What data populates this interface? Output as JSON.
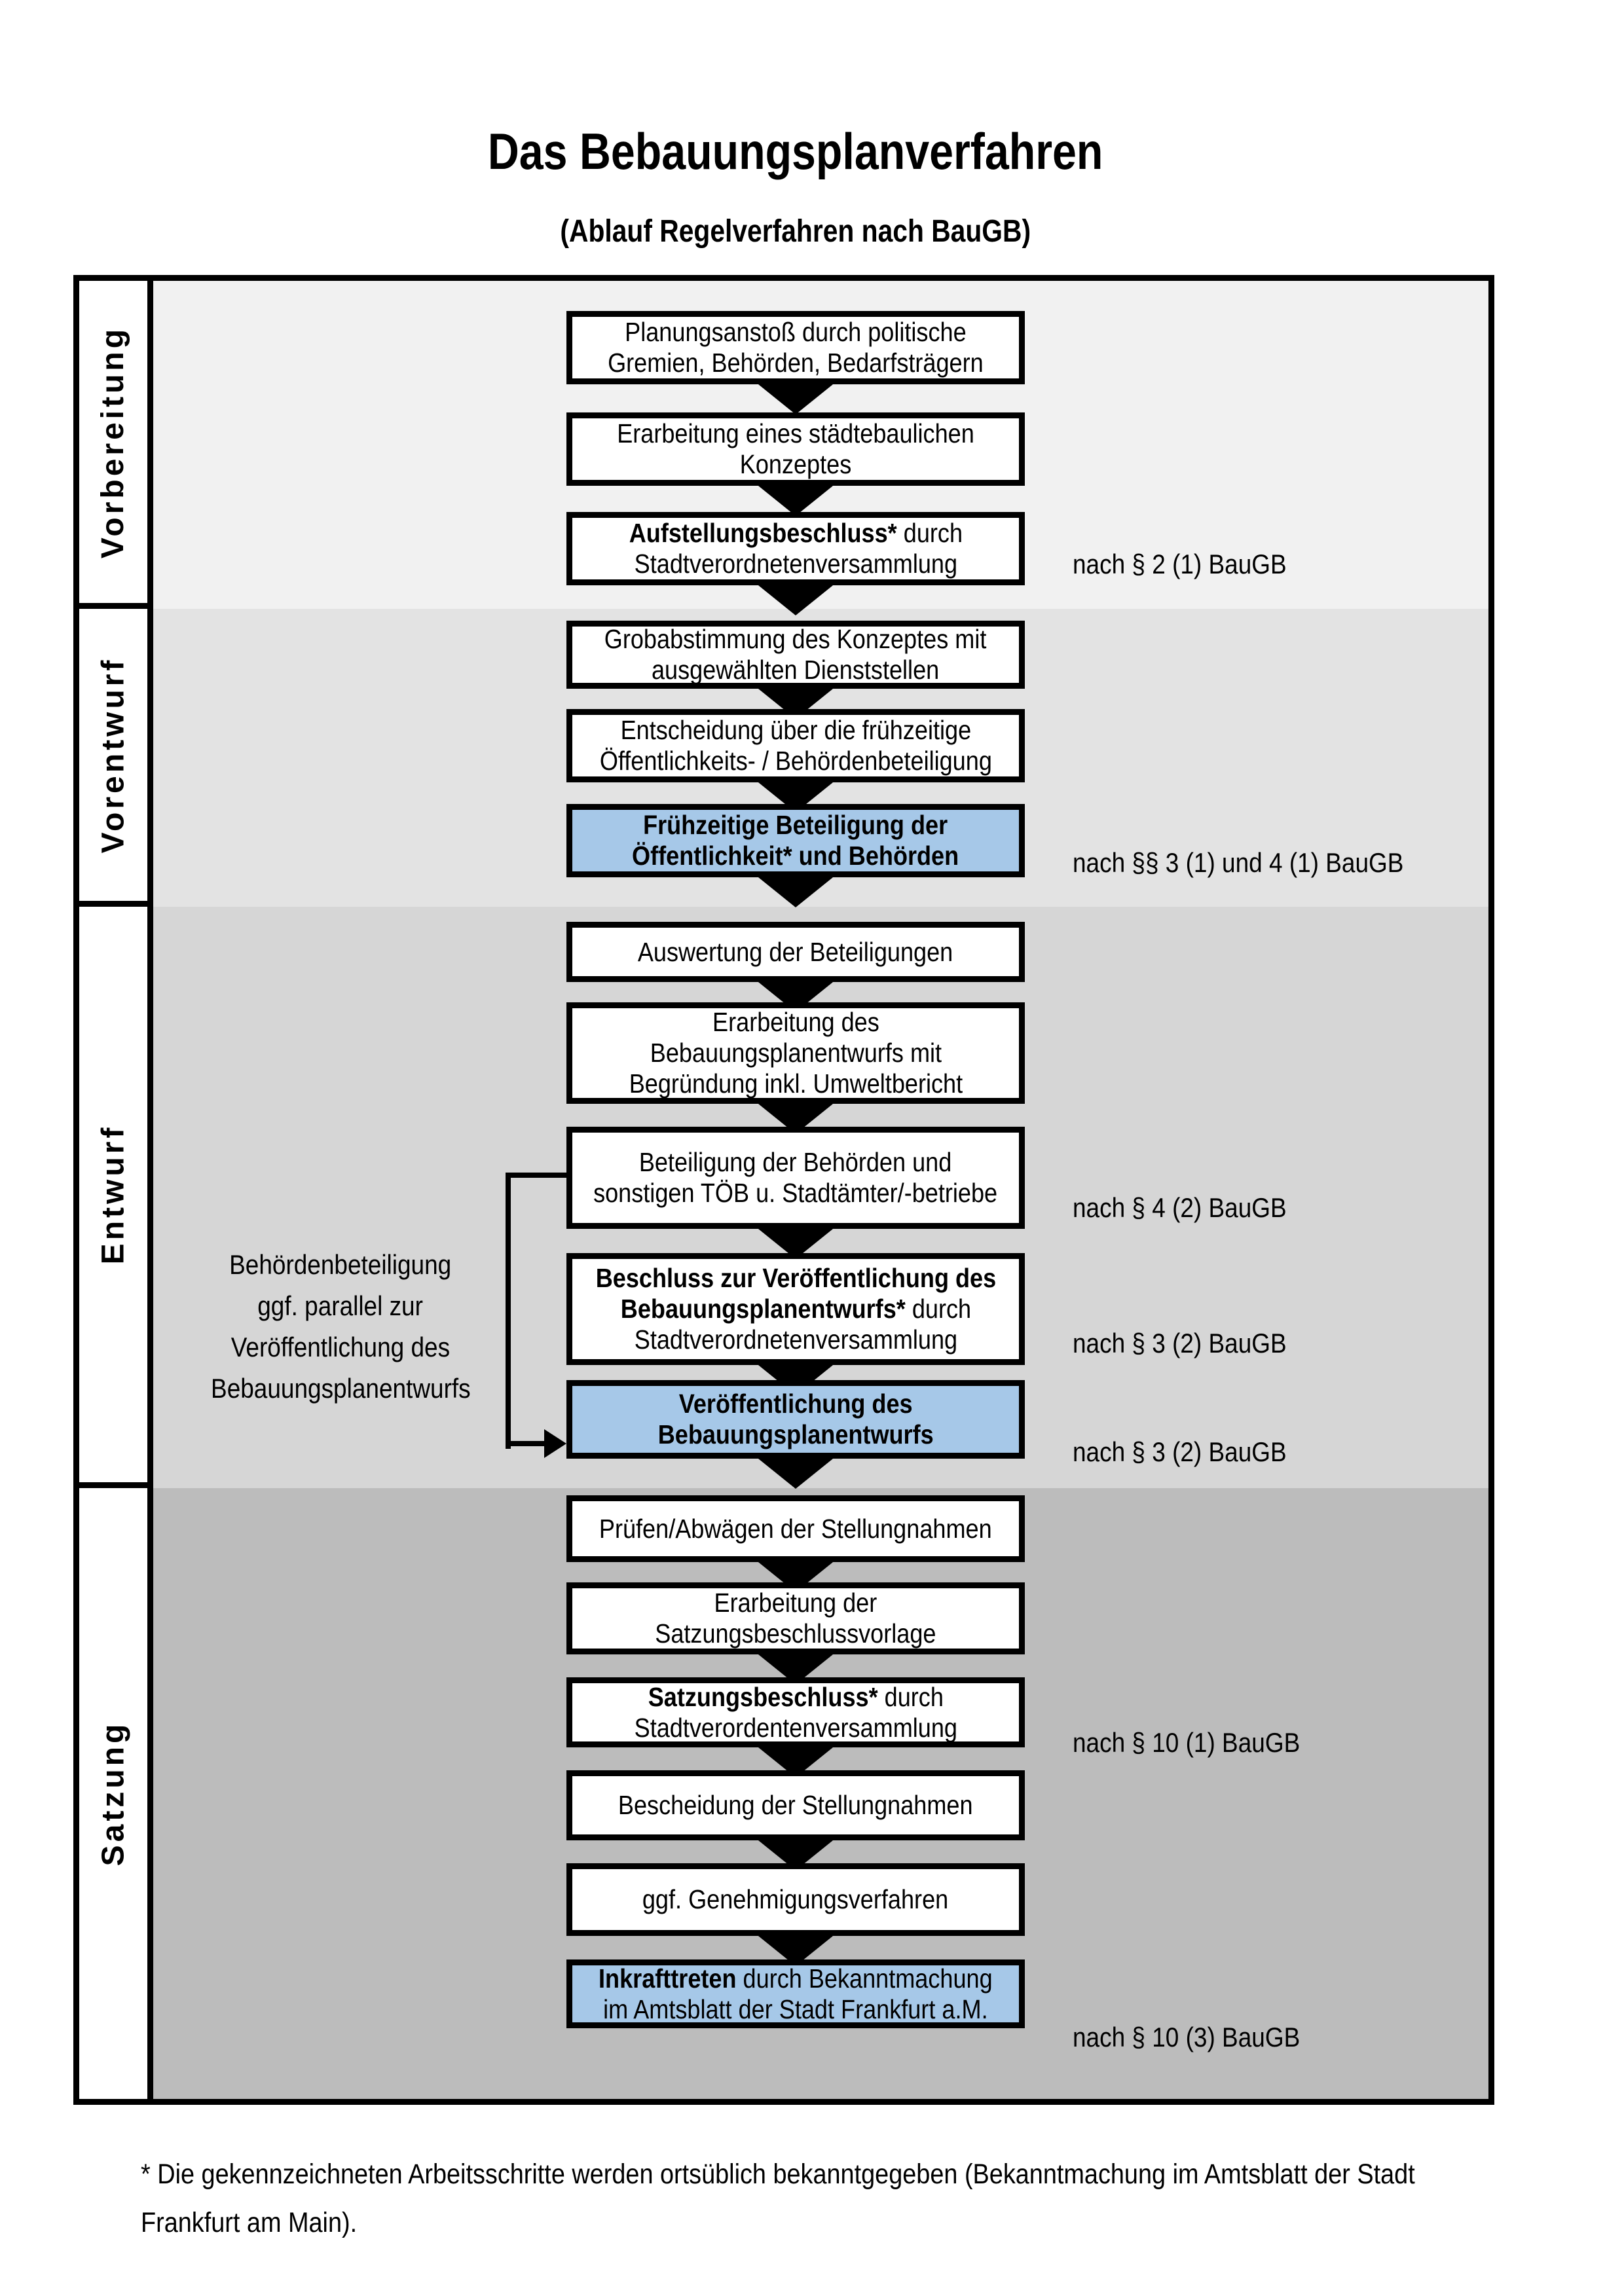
{
  "title": "Das Bebauungsplanverfahren",
  "subtitle": "(Ablauf Regelverfahren nach BauGB)",
  "colors": {
    "highlight": "#a6c8e8",
    "border": "#000000",
    "phase_bg": [
      "#f1f1f1",
      "#e3e3e3",
      "#d6d6d6",
      "#bcbcbc"
    ]
  },
  "phases": [
    {
      "id": "vorbereitung",
      "label": "Vorbereitung"
    },
    {
      "id": "vorentwurf",
      "label": "Vorentwurf"
    },
    {
      "id": "entwurf",
      "label": "Entwurf"
    },
    {
      "id": "satzung",
      "label": "Satzung"
    }
  ],
  "steps": [
    {
      "id": "planungsanstoss",
      "phase": "vorbereitung",
      "highlighted": false,
      "lines": [
        [
          {
            "text": "Planungsanstoß durch politische",
            "bold": false
          }
        ],
        [
          {
            "text": "Gremien, Behörden, Bedarfsträgern",
            "bold": false
          }
        ]
      ]
    },
    {
      "id": "staedtebauliches-konzept",
      "phase": "vorbereitung",
      "highlighted": false,
      "lines": [
        [
          {
            "text": "Erarbeitung eines städtebaulichen",
            "bold": false
          }
        ],
        [
          {
            "text": "Konzeptes",
            "bold": false
          }
        ]
      ]
    },
    {
      "id": "aufstellungsbeschluss",
      "phase": "vorbereitung",
      "highlighted": false,
      "reference": "nach § 2 (1) BauGB",
      "lines": [
        [
          {
            "text": "Aufstellungsbeschluss*",
            "bold": true
          },
          {
            "text": " durch",
            "bold": false
          }
        ],
        [
          {
            "text": "Stadtverordnetenversammlung",
            "bold": false
          }
        ]
      ]
    },
    {
      "id": "grobabstimmung",
      "phase": "vorentwurf",
      "highlighted": false,
      "lines": [
        [
          {
            "text": "Grobabstimmung des Konzeptes mit",
            "bold": false
          }
        ],
        [
          {
            "text": "ausgewählten Dienststellen",
            "bold": false
          }
        ]
      ]
    },
    {
      "id": "entscheidung-beteiligung",
      "phase": "vorentwurf",
      "highlighted": false,
      "lines": [
        [
          {
            "text": "Entscheidung über die frühzeitige",
            "bold": false
          }
        ],
        [
          {
            "text": "Öffentlichkeits- / Behördenbeteiligung",
            "bold": false
          }
        ]
      ]
    },
    {
      "id": "fruehzeitige-beteiligung",
      "phase": "vorentwurf",
      "highlighted": true,
      "reference": "nach §§ 3 (1) und 4 (1) BauGB",
      "lines": [
        [
          {
            "text": "Frühzeitige Beteiligung der",
            "bold": true
          }
        ],
        [
          {
            "text": "Öffentlichkeit* und Behörden",
            "bold": true
          }
        ]
      ]
    },
    {
      "id": "auswertung",
      "phase": "entwurf",
      "highlighted": false,
      "lines": [
        [
          {
            "text": "Auswertung der Beteiligungen",
            "bold": false
          }
        ]
      ]
    },
    {
      "id": "erarbeitung-entwurf",
      "phase": "entwurf",
      "highlighted": false,
      "lines": [
        [
          {
            "text": "Erarbeitung des",
            "bold": false
          }
        ],
        [
          {
            "text": "Bebauungsplanentwurfs mit",
            "bold": false
          }
        ],
        [
          {
            "text": "Begründung inkl. Umweltbericht",
            "bold": false
          }
        ]
      ]
    },
    {
      "id": "behoerdenbeteiligung",
      "phase": "entwurf",
      "highlighted": false,
      "reference": "nach § 4 (2) BauGB",
      "lines": [
        [
          {
            "text": "Beteiligung der Behörden und",
            "bold": false
          }
        ],
        [
          {
            "text": "sonstigen TÖB u. Stadtämter/-betriebe",
            "bold": false
          }
        ]
      ]
    },
    {
      "id": "beschluss-veroeffentlichung",
      "phase": "entwurf",
      "highlighted": false,
      "reference": "nach § 3 (2) BauGB",
      "lines": [
        [
          {
            "text": "Beschluss zur Veröffentlichung des",
            "bold": true
          }
        ],
        [
          {
            "text": "Bebauungsplanentwurfs*",
            "bold": true
          },
          {
            "text": " durch",
            "bold": false
          }
        ],
        [
          {
            "text": "Stadtverordnetenversammlung",
            "bold": false
          }
        ]
      ]
    },
    {
      "id": "veroeffentlichung",
      "phase": "entwurf",
      "highlighted": true,
      "reference": "nach § 3 (2) BauGB",
      "lines": [
        [
          {
            "text": "Veröffentlichung des",
            "bold": true
          }
        ],
        [
          {
            "text": "Bebauungsplanentwurfs",
            "bold": true
          }
        ]
      ]
    },
    {
      "id": "pruefen-abwaegen",
      "phase": "satzung",
      "highlighted": false,
      "lines": [
        [
          {
            "text": "Prüfen/Abwägen der Stellungnahmen",
            "bold": false
          }
        ]
      ]
    },
    {
      "id": "erarbeitung-satzungsvorlage",
      "phase": "satzung",
      "highlighted": false,
      "lines": [
        [
          {
            "text": "Erarbeitung der",
            "bold": false
          }
        ],
        [
          {
            "text": "Satzungsbeschlussvorlage",
            "bold": false
          }
        ]
      ]
    },
    {
      "id": "satzungsbeschluss",
      "phase": "satzung",
      "highlighted": false,
      "reference": "nach § 10 (1) BauGB",
      "lines": [
        [
          {
            "text": "Satzungsbeschluss*",
            "bold": true
          },
          {
            "text": " durch",
            "bold": false
          }
        ],
        [
          {
            "text": "Stadtverordentenversammlung",
            "bold": false
          }
        ]
      ]
    },
    {
      "id": "bescheidung",
      "phase": "satzung",
      "highlighted": false,
      "lines": [
        [
          {
            "text": "Bescheidung der Stellungnahmen",
            "bold": false
          }
        ]
      ]
    },
    {
      "id": "genehmigungsverfahren",
      "phase": "satzung",
      "highlighted": false,
      "lines": [
        [
          {
            "text": "ggf. Genehmigungsverfahren",
            "bold": false
          }
        ]
      ]
    },
    {
      "id": "inkrafttreten",
      "phase": "satzung",
      "highlighted": true,
      "reference": "nach § 10 (3) BauGB",
      "lines": [
        [
          {
            "text": "Inkrafttreten",
            "bold": true
          },
          {
            "text": " durch Bekanntmachung",
            "bold": false
          }
        ],
        [
          {
            "text": "im Amtsblatt der Stadt Frankfurt a.M.",
            "bold": false
          }
        ]
      ]
    }
  ],
  "annotation": {
    "lines": [
      "Behördenbeteiligung",
      "ggf. parallel zur",
      "Veröffentlichung des",
      "Bebauungsplanentwurfs"
    ]
  },
  "footnote": "* Die gekennzeichneten Arbeitsschritte werden ortsüblich bekanntgegeben (Bekanntmachung im Amtsblatt der Stadt Frankfurt am Main)."
}
